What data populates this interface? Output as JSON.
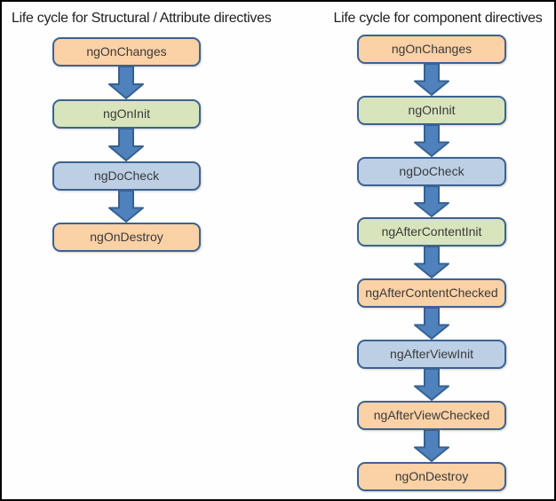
{
  "colors": {
    "orange": "#fbd1a6",
    "green": "#d8e4bc",
    "blue": "#bccfe5",
    "box_border": "#3d6290",
    "arrow_fill": "#4f81bd",
    "arrow_stroke": "#36618f",
    "frame": "#000000"
  },
  "left_diagram": {
    "title": "Life cycle for Structural / Attribute directives",
    "boxes": [
      {
        "label": "ngOnChanges",
        "color": "orange"
      },
      {
        "label": "ngOnInit",
        "color": "green"
      },
      {
        "label": "ngDoCheck",
        "color": "blue"
      },
      {
        "label": "ngOnDestroy",
        "color": "orange"
      }
    ]
  },
  "right_diagram": {
    "title": "Life cycle for component directives",
    "boxes": [
      {
        "label": "ngOnChanges",
        "color": "orange"
      },
      {
        "label": "ngOnInit",
        "color": "green"
      },
      {
        "label": "ngDoCheck",
        "color": "blue"
      },
      {
        "label": "ngAfterContentInit",
        "color": "green"
      },
      {
        "label": "ngAfterContentChecked",
        "color": "orange"
      },
      {
        "label": "ngAfterViewInit",
        "color": "blue"
      },
      {
        "label": "ngAfterViewChecked",
        "color": "orange"
      },
      {
        "label": "ngOnDestroy",
        "color": "orange"
      }
    ]
  }
}
